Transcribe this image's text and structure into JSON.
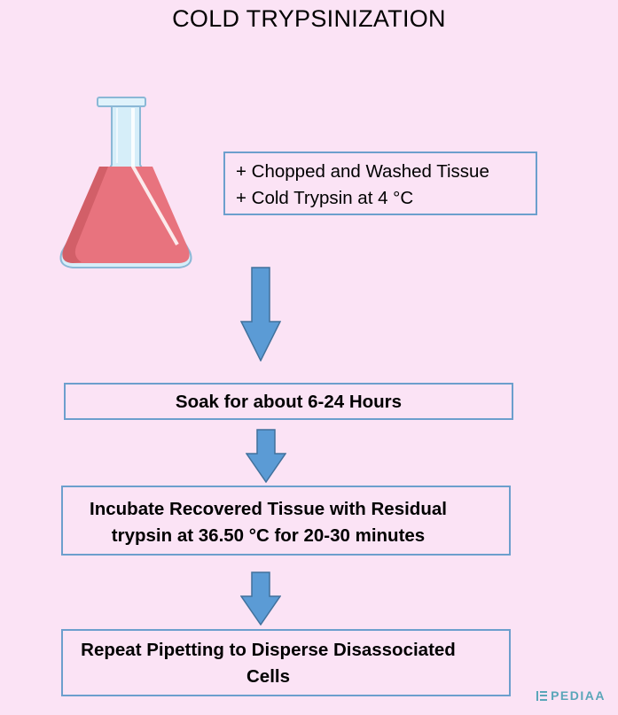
{
  "title": "COLD TRYPSINIZATION",
  "ingredients": [
    "+ Chopped and Washed Tissue",
    "+ Cold Trypsin at 4 °C"
  ],
  "steps": [
    {
      "lines": [
        "Soak for about 6-24 Hours"
      ]
    },
    {
      "lines": [
        "Incubate Recovered Tissue with Residual",
        "trypsin at 36.50 °C for 20-30 minutes"
      ]
    },
    {
      "lines": [
        "Repeat Pipetting to Disperse Disassociated",
        "Cells"
      ]
    }
  ],
  "brand": "PEDIAA",
  "colors": {
    "background": "#fbe3f5",
    "box_border": "#6c9fcd",
    "arrow": "#5b9bd5",
    "liquid": "#e8737e",
    "brand": "#5aa6b9"
  },
  "icons": {
    "flask": "conical-flask-icon",
    "arrow": "down-arrow-icon",
    "logo": "pediaa-logo-icon"
  }
}
